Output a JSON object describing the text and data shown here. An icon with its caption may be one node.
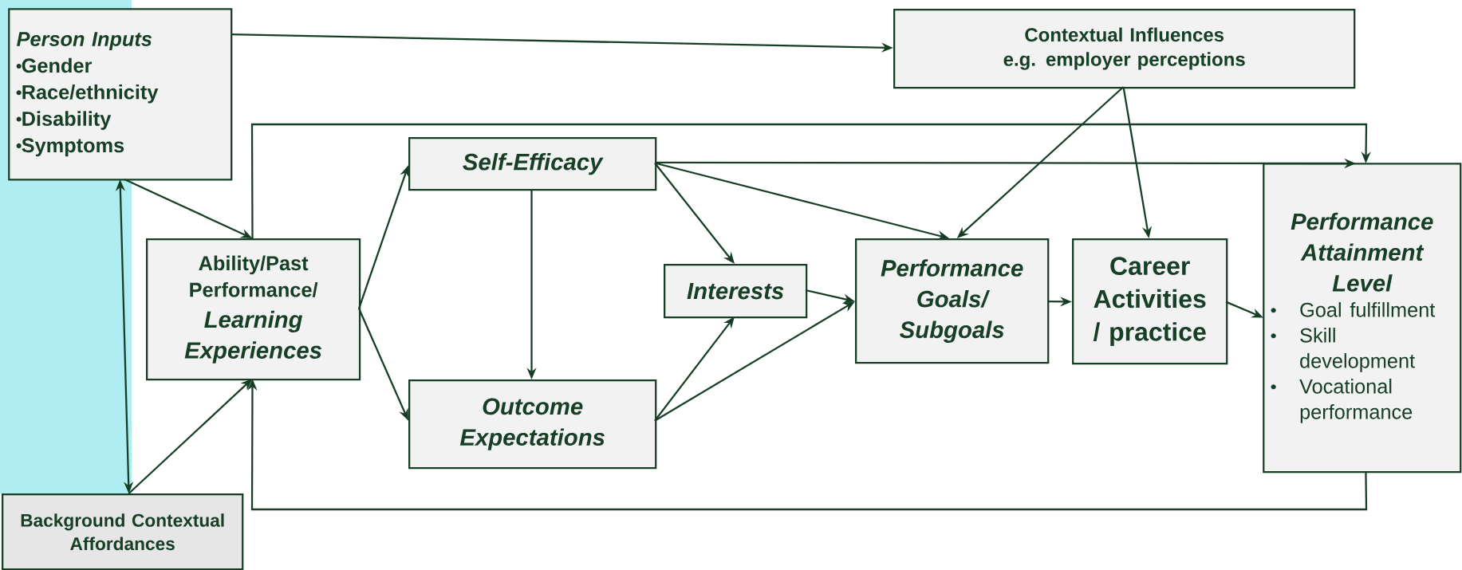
{
  "diagram": {
    "nodes": [
      {
        "text": [
          "Person Inputs",
          "Gender",
          "Race/ethnicity",
          "Disability",
          "Symptoms"
        ]
      },
      {
        "text": [
          "Contextual Influences e.g. employer perceptions"
        ]
      },
      {
        "text": [
          "Ability/Past Performance/",
          "Learning Experiences"
        ]
      },
      {
        "text": [
          "Self-Efficacy"
        ]
      },
      {
        "text": [
          "Outcome Expectations"
        ]
      },
      {
        "text": [
          "Interests"
        ]
      },
      {
        "text": [
          "Performance Goals/ Subgoals"
        ]
      },
      {
        "text": [
          "Career Activities / practice"
        ]
      },
      {
        "text": [
          "Performance Attainment Level",
          "Goal fulfillment",
          "Skill development",
          "Vocational performance"
        ]
      },
      {
        "text": [
          "Background Contextual Affordances"
        ]
      }
    ],
    "edges": [
      {
        "from": 0,
        "to": 1,
        "arrow": "to"
      },
      {
        "from": 0,
        "to": 9,
        "arrow": "both"
      },
      {
        "from": 0,
        "to": 2,
        "arrow": "to"
      },
      {
        "from": 9,
        "to": 2,
        "arrow": "to"
      },
      {
        "from": 2,
        "to": 3,
        "arrow": "to"
      },
      {
        "from": 2,
        "to": 4,
        "arrow": "to"
      },
      {
        "from": 3,
        "to": 4,
        "arrow": "to"
      },
      {
        "from": 3,
        "to": 5,
        "arrow": "to"
      },
      {
        "from": 3,
        "to": 6,
        "arrow": "to"
      },
      {
        "from": 3,
        "to": 8,
        "arrow": "to"
      },
      {
        "from": 2,
        "to": 8,
        "arrow": "to"
      },
      {
        "from": 8,
        "to": 2,
        "arrow": "to"
      },
      {
        "from": 4,
        "to": 5,
        "arrow": "to"
      },
      {
        "from": 4,
        "to": 6,
        "arrow": "to"
      },
      {
        "from": 5,
        "to": 6,
        "arrow": "to"
      },
      {
        "from": 1,
        "to": 6,
        "arrow": "to"
      },
      {
        "from": 1,
        "to": 7,
        "arrow": "to"
      },
      {
        "from": 6,
        "to": 7,
        "arrow": "to"
      },
      {
        "from": 7,
        "to": 8,
        "arrow": "to"
      }
    ]
  }
}
